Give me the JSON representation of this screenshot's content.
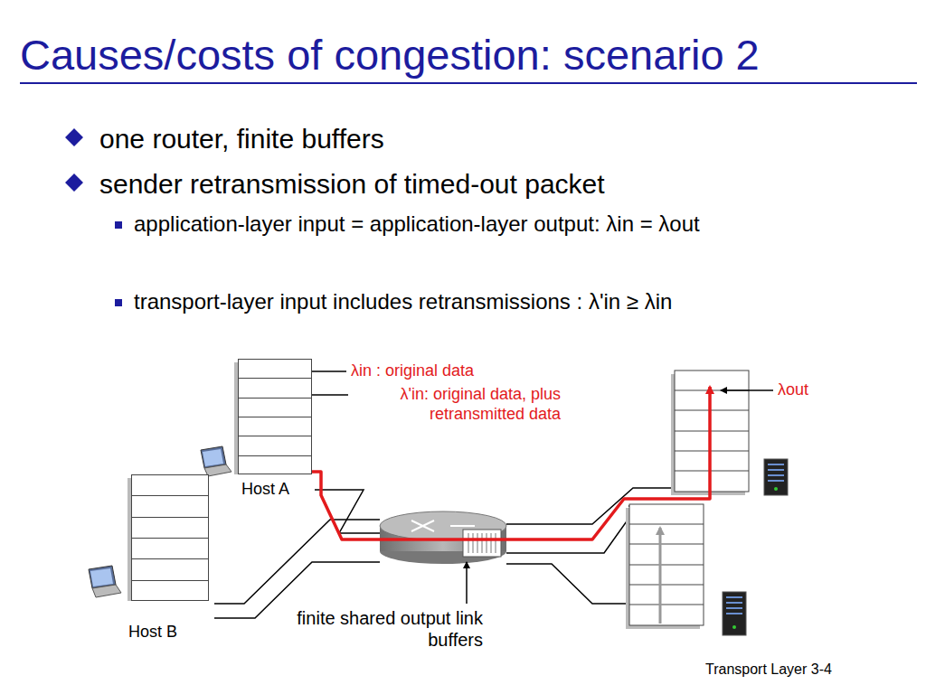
{
  "diagram": {
    "title": "Causes/costs of congestion: scenario 2",
    "nodes": [
      {
        "text": [
          "Host A"
        ]
      },
      {
        "text": [
          "Host B"
        ]
      }
    ],
    "labels": [
      "one router, finite buffers",
      "sender retransmission of timed-out packet",
      "application-layer input = application-layer output: λin = λout",
      "transport-layer input includes retransmissions : λ'in ≥ λin",
      "λin : original data",
      "λ'in: original data, plus retransmitted data",
      "λout",
      "finite shared output link buffers",
      "Transport Layer 3-4"
    ]
  }
}
